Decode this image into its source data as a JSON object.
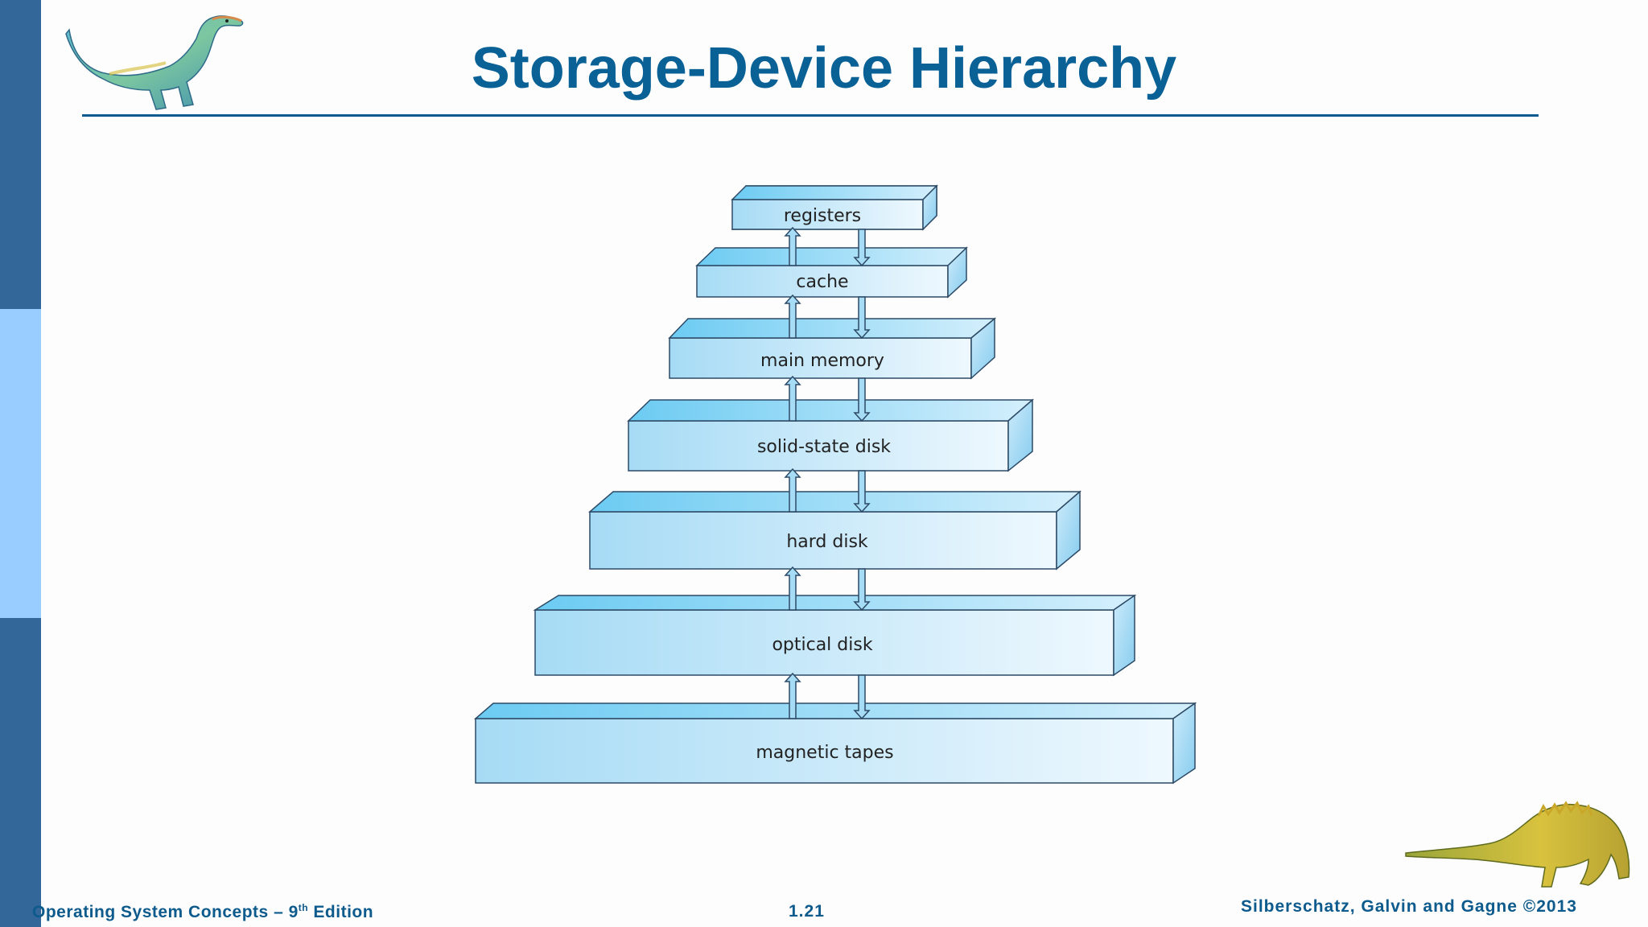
{
  "slide": {
    "title": "Storage-Device Hierarchy",
    "footer_left_main": "Operating System Concepts – 9",
    "footer_left_sup": "th",
    "footer_left_end": " Edition",
    "page_number": "1.21",
    "copyright": "Silberschatz, Galvin and Gagne ©2013"
  },
  "hierarchy": {
    "levels": [
      "registers",
      "cache",
      "main memory",
      "solid-state disk",
      "hard disk",
      "optical disk",
      "magnetic tapes"
    ]
  },
  "colors": {
    "title": "#0a6196",
    "sidebar_dark": "#336699",
    "sidebar_light": "#99ccff",
    "box_edge": "#2d4a66",
    "box_front_left": "#a9dcf5",
    "box_front_right": "#eef8fe",
    "box_top": "#7fd0f3",
    "box_side": "#9fd6f2"
  }
}
